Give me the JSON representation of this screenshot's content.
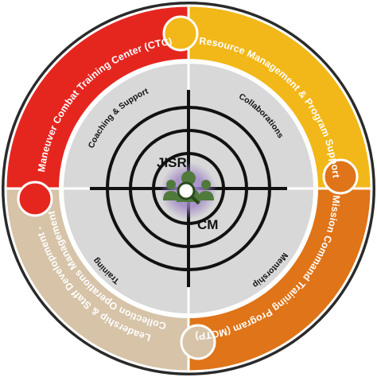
{
  "segments": {
    "top_left": {
      "label": "Maneuver Combat Training Center (CTC)",
      "color": "#e5261f"
    },
    "top_right": {
      "label": "Resource Management & Program Support",
      "color": "#f2b718"
    },
    "bottom_right": {
      "label": "Mission Command Training Program (MCTP)",
      "color": "#df7418"
    },
    "bottom_left": {
      "label": "Leadership & Staff Development - Collection Operations Management",
      "color": "#d6c3a8"
    }
  },
  "inner": {
    "top_left": "Coaching & Support",
    "top_right": "Collaborations",
    "bottom_left": "Training",
    "bottom_right": "Mentorship"
  },
  "center": {
    "top": "JISR",
    "bottom": "CM",
    "icon": "user-group-search-icon"
  },
  "colors": {
    "inner_disc": "#d8d8d8",
    "crosshair": "#111111",
    "center_glow": "#9b7fc4",
    "icon": "#4f7a3c"
  }
}
